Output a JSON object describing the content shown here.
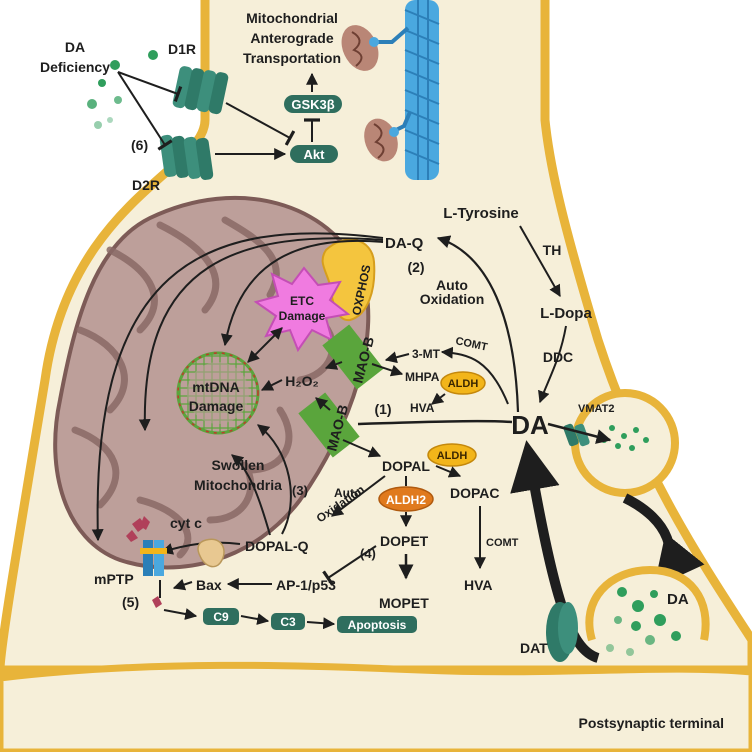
{
  "colors": {
    "background": "#ffffff",
    "cytoplasm": "#f6efd9",
    "membrane": "#e8b43a",
    "mitochondrion": "#bd9f9a",
    "cristae": "#7d5b57",
    "mao_b": "#5aa53c",
    "aldh": "#f2b51a",
    "aldh2": "#e07a1e",
    "caspase": "#2f6e5e",
    "microtubule": "#4aa8df",
    "dopamine_dot": "#2f9e5c",
    "arrow": "#1e1e1e",
    "etc_damage": "#f07be0",
    "receptor": "#3d8f7c",
    "mptp": "#2a7fb8",
    "cyt_c": "#b0405a"
  },
  "top": {
    "transport_line1": "Mitochondrial",
    "transport_line2": "Anterograde",
    "transport_line3": "Transportation",
    "gsk3b": "GSK3β",
    "akt": "Akt",
    "da_deficiency_line1": "DA",
    "da_deficiency_line2": "Deficiency",
    "d1r": "D1R",
    "d2r": "D2R",
    "step6": "(6)"
  },
  "synthesis": {
    "l_tyrosine": "L-Tyrosine",
    "th": "TH",
    "l_dopa": "L-Dopa",
    "ddc": "DDC",
    "da": "DA",
    "vmat2": "VMAT2",
    "da_synaptic": "DA",
    "dat": "DAT"
  },
  "oxidation": {
    "da_q": "DA-Q",
    "step2": "(2)",
    "auto": "Auto",
    "oxidation": "Oxidation",
    "step1": "(1)",
    "step3": "(3)",
    "auto3": "Auto",
    "oxidation3": "Oxidation",
    "step4": "(4)",
    "step5": "(5)"
  },
  "mitochondrion": {
    "oxphos": "OXPHOS",
    "etc_line1": "ETC",
    "etc_line2": "Damage",
    "mtdna_line1": "mtDNA",
    "mtdna_line2": "Damage",
    "h2o2": "H₂O₂",
    "swollen_line1": "Swollen",
    "swollen_line2": "Mitochondria",
    "mao_b_upper": "MAO-B",
    "mao_b_lower": "MAO-B"
  },
  "metabolites": {
    "three_mt": "3-MT",
    "comt_upper": "COMT",
    "mhpa": "MHPA",
    "aldh_upper": "ALDH",
    "hva_upper": "HVA",
    "dopal": "DOPAL",
    "aldh_mid": "ALDH",
    "dopac": "DOPAC",
    "comt_lower": "COMT",
    "hva_lower": "HVA",
    "aldh2": "ALDH2",
    "dopet": "DOPET",
    "mopet": "MOPET",
    "dopal_q": "DOPAL-Q"
  },
  "apoptosis": {
    "cyt_c": "cyt c",
    "mptp": "mPTP",
    "bax": "Bax",
    "ap1_p53": "AP-1/p53",
    "c9": "C9",
    "c3": "C3",
    "apoptosis": "Apoptosis"
  },
  "footer": {
    "postsynaptic": "Postsynaptic terminal"
  }
}
